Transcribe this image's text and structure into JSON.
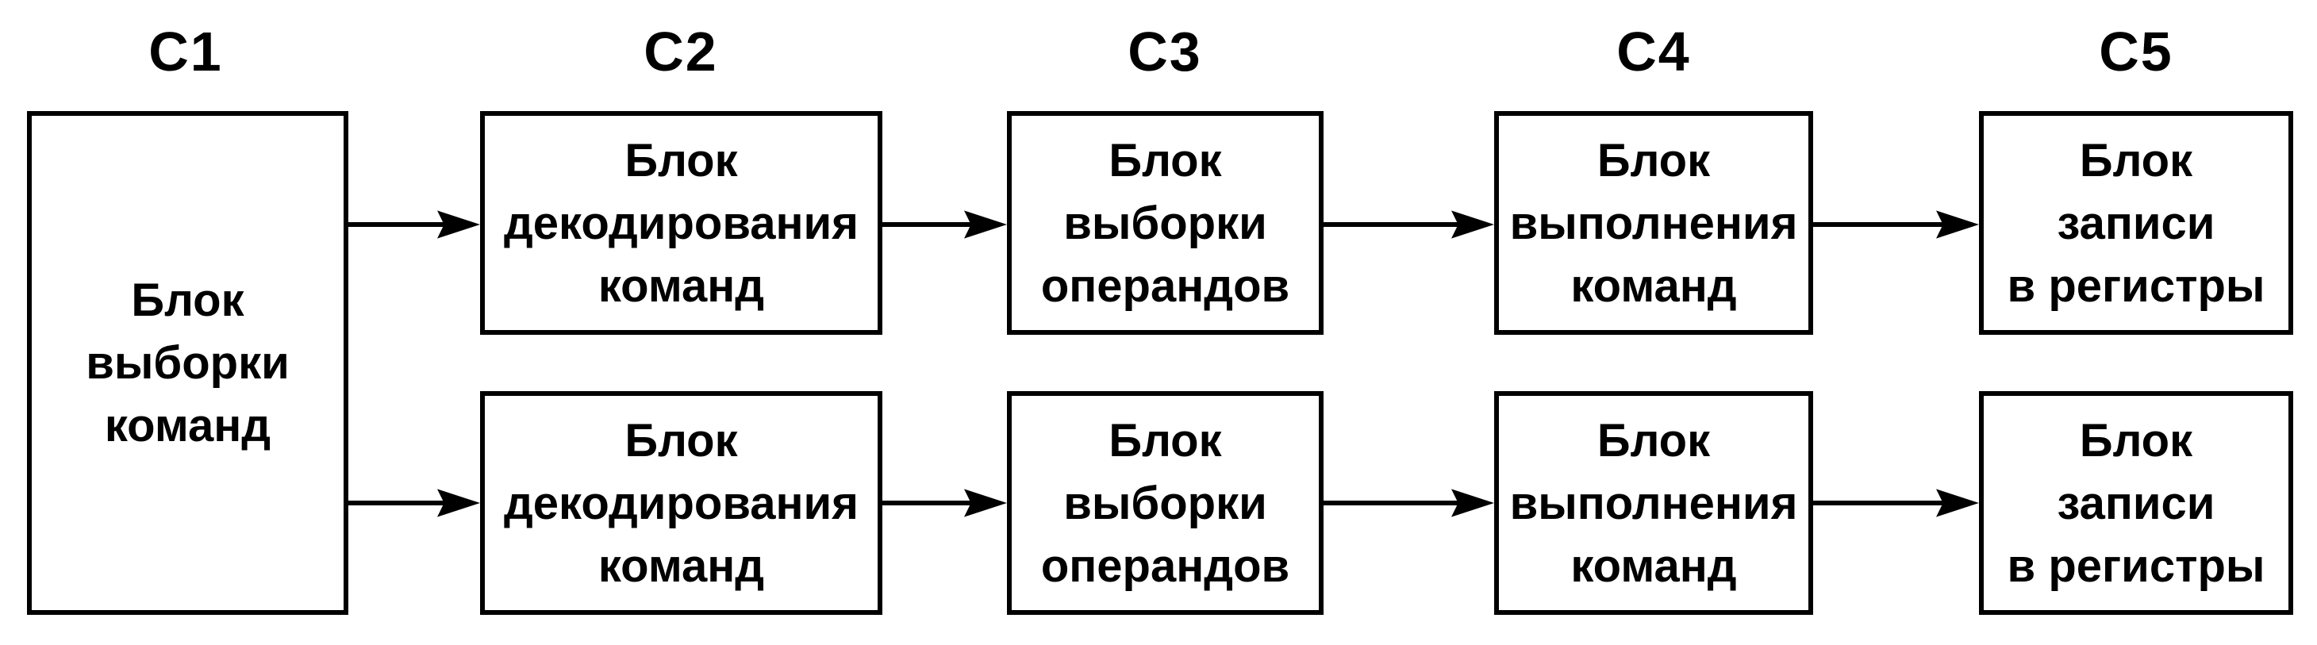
{
  "canvas": {
    "background_color": "#ffffff",
    "line_color": "#000000"
  },
  "stage_labels": [
    {
      "label": "C1"
    },
    {
      "label": "C2"
    },
    {
      "label": "C3"
    },
    {
      "label": "C4"
    },
    {
      "label": "C5"
    }
  ],
  "fetch_box": {
    "text": "Блок\nвыборки\nкоманд"
  },
  "pipelines": [
    {
      "boxes": [
        {
          "text": "Блок\nдекодирования\nкоманд"
        },
        {
          "text": "Блок\nвыборки\nоперандов"
        },
        {
          "text": "Блок\nвыполнения\nкоманд"
        },
        {
          "text": "Блок\nзаписи\nв регистры"
        }
      ]
    },
    {
      "boxes": [
        {
          "text": "Блок\nдекодирования\nкоманд"
        },
        {
          "text": "Блок\nвыборки\nоперандов"
        },
        {
          "text": "Блок\nвыполнения\nкоманд"
        },
        {
          "text": "Блок\nзаписи\nв регистры"
        }
      ]
    }
  ]
}
